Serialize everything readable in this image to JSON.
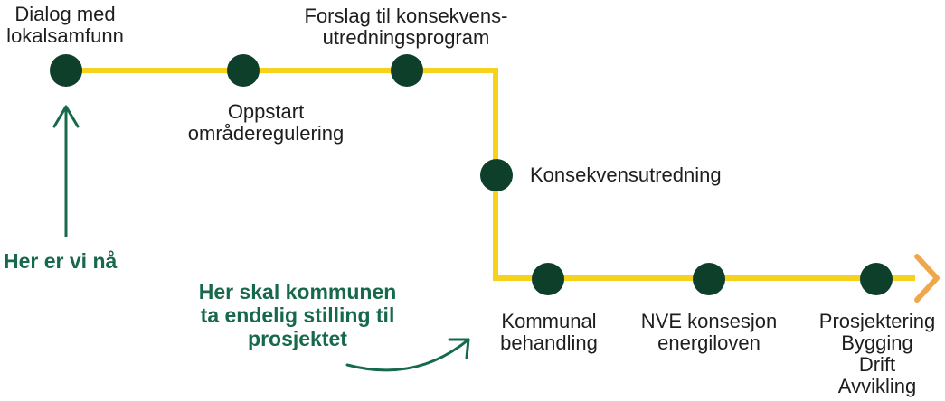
{
  "colors": {
    "path": "#f7d21c",
    "node": "#0d3f2a",
    "accent_green": "#16694a",
    "arrow_orange": "#f0a64a",
    "text": "#1e1e1e"
  },
  "stages": [
    {
      "label": "Dialog med\nlokalsamfunn"
    },
    {
      "label": "Oppstart\nområderegulering"
    },
    {
      "label": "Forslag til konsekvens-\nutredningsprogram"
    },
    {
      "label": "Konsekvensutredning"
    },
    {
      "label": "Kommunal\nbehandling"
    },
    {
      "label": "NVE konsesjon\nenergiloven"
    },
    {
      "label": "Prosjektering\nBygging\nDrift\nAvvikling"
    }
  ],
  "notes": {
    "current": "Her er vi nå",
    "decision": "Her skal kommunen\nta endelig stilling til\nprosjektet"
  }
}
